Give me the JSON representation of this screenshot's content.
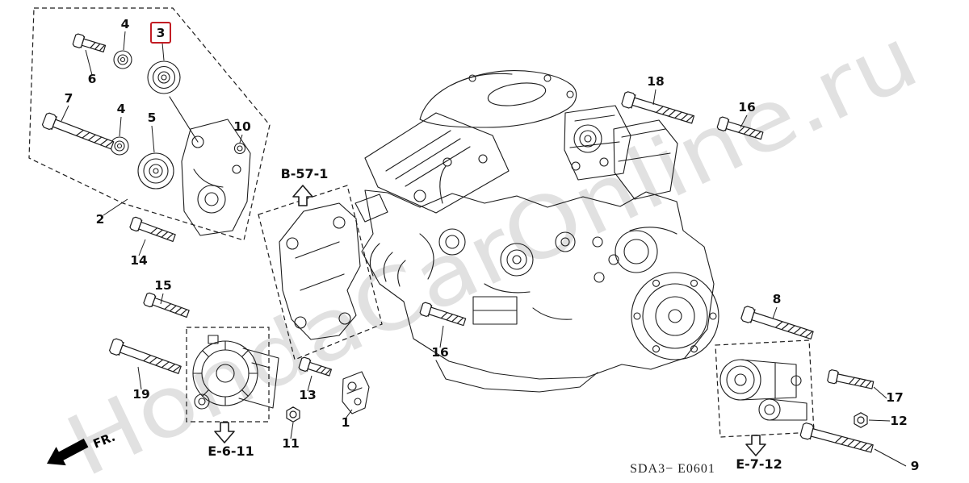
{
  "colors": {
    "line": "#1c1c1c",
    "highlight_red": "#c21d24",
    "watermark_gray": "#c9c9c9",
    "background": "#ffffff"
  },
  "watermark": {
    "text": "HondaCarOnline.ru"
  },
  "footer": {
    "diagram_code": "SDA3− E0601"
  },
  "orientation": {
    "front_label": "FR."
  },
  "references": {
    "bracket_ref": "B-57-1",
    "alternator_ref": "E-6-11",
    "starter_ref": "E-7-12"
  },
  "callouts": {
    "n1": "1",
    "n2": "2",
    "n3": "3",
    "n4a": "4",
    "n4b": "4",
    "n5": "5",
    "n6": "6",
    "n7": "7",
    "n8": "8",
    "n9": "9",
    "n10": "10",
    "n11": "11",
    "n12": "12",
    "n13": "13",
    "n14": "14",
    "n15": "15",
    "n16a": "16",
    "n16b": "16",
    "n17": "17",
    "n18": "18",
    "n19": "19"
  }
}
